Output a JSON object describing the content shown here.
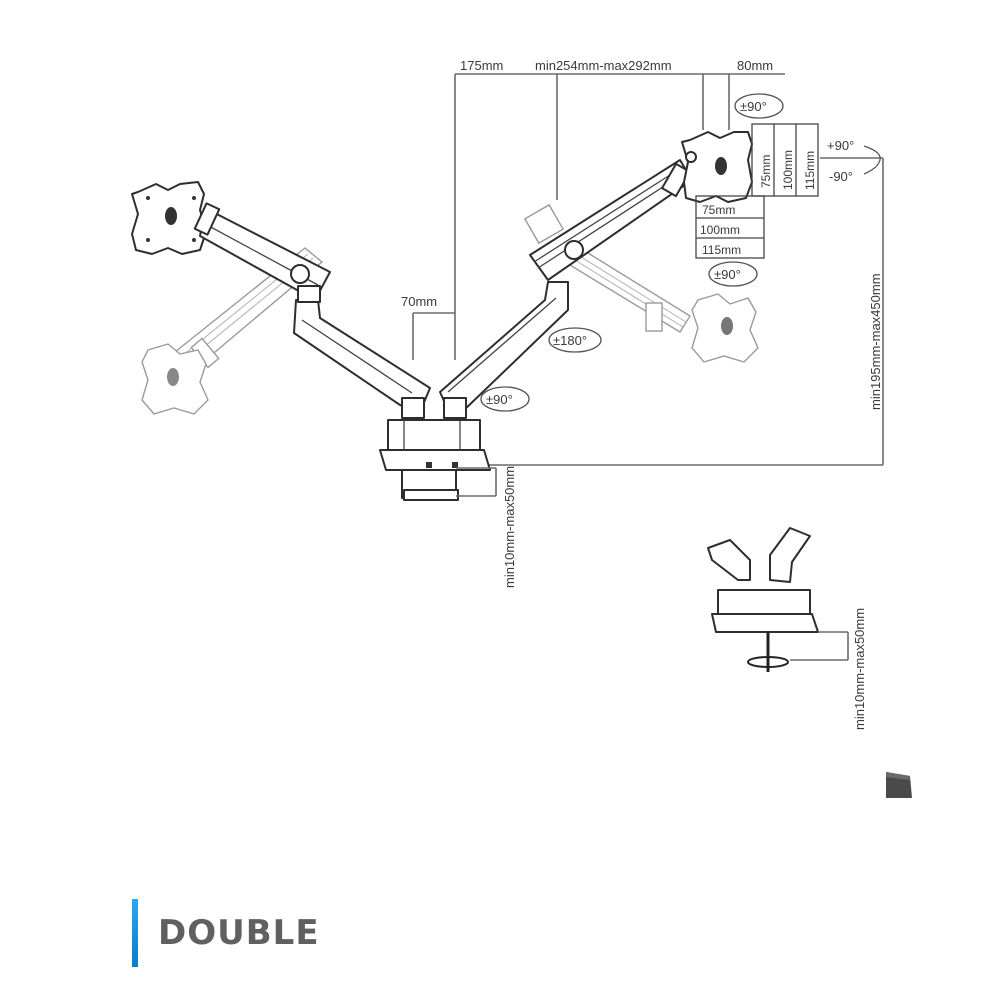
{
  "diagram": {
    "type": "technical-dimension-drawing",
    "subject": "dual monitor gas spring arm with desk clamp",
    "title": "DOUBLE",
    "accent_color": "#1a94e0",
    "top_dimensions": {
      "d1": "175mm",
      "d2": "min254mm-max292mm",
      "d3": "80mm"
    },
    "vesa_vertical": [
      "75mm",
      "100mm",
      "115mm"
    ],
    "vesa_horizontal": [
      "75mm",
      "100mm",
      "115mm"
    ],
    "tilt": {
      "up": "+90°",
      "down": "-90°"
    },
    "rotation_labels": {
      "monitor_swivel_top": "±90°",
      "monitor_swivel_lower": "±90°",
      "arm_joint": "±180°",
      "base_swivel": "±90°"
    },
    "pole_offset": "70mm",
    "height_range": "min195mm-max450mm",
    "clamp_range": "min10mm-max50mm",
    "grommet_range": "min10mm-max50mm"
  }
}
